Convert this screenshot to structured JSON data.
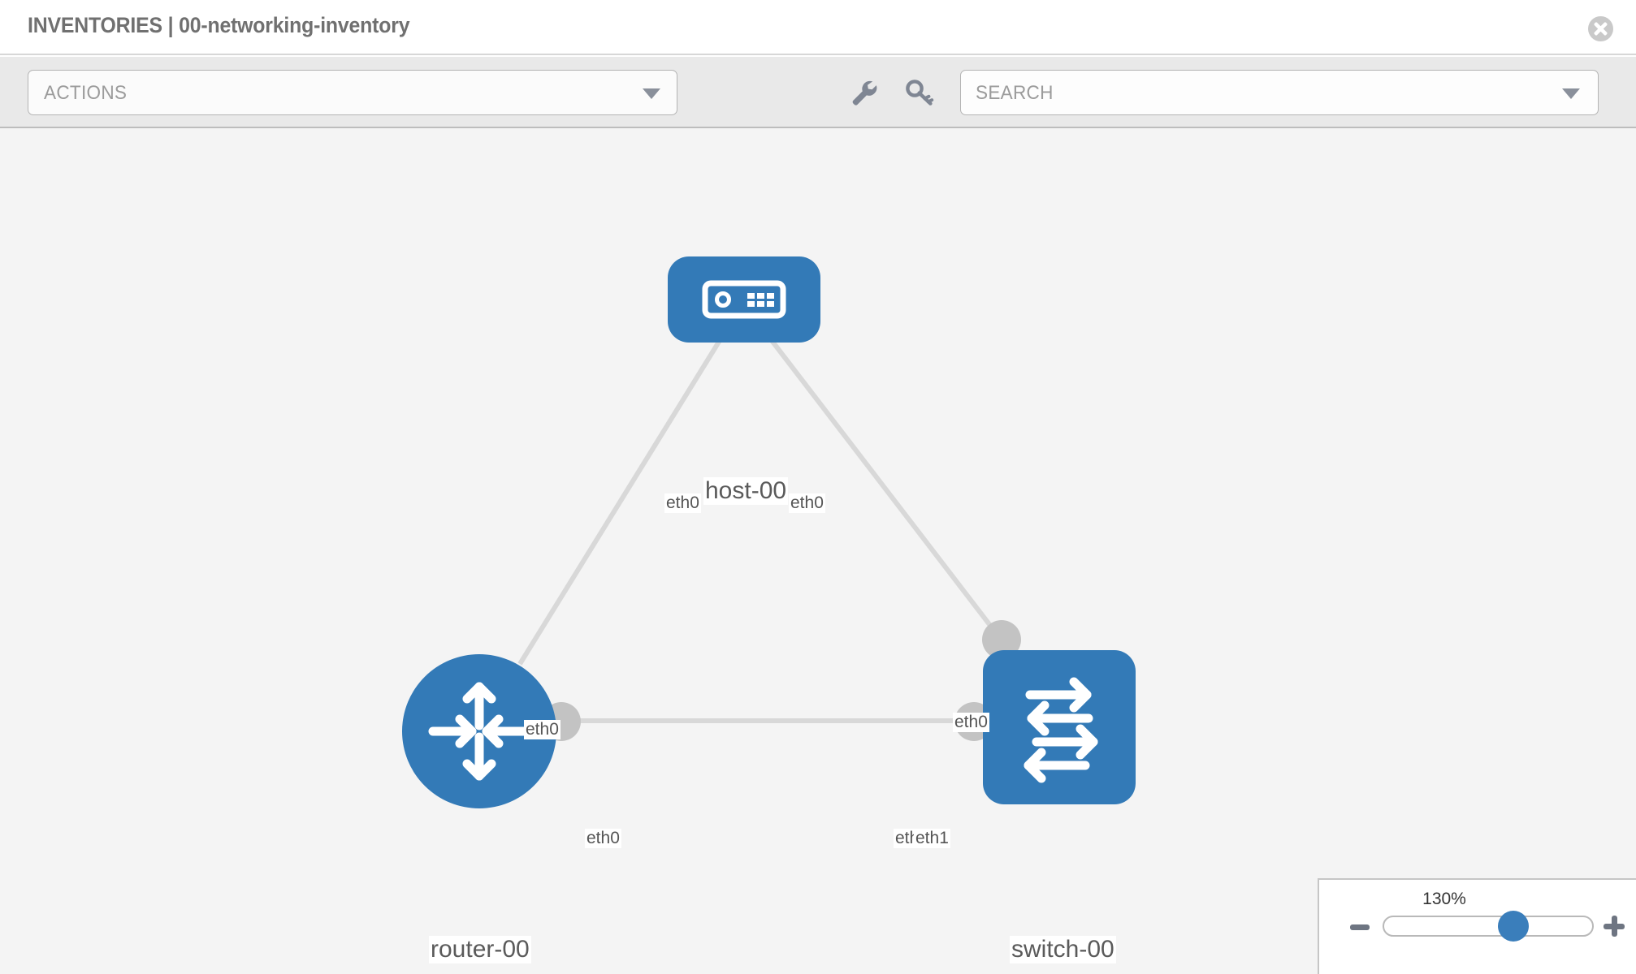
{
  "header": {
    "title": "INVENTORIES | 00-networking-inventory",
    "close_icon": "close-circle-icon"
  },
  "toolbar": {
    "actions_label": "ACTIONS",
    "actions_caret_icon": "chevron-down-icon",
    "wrench_icon": "wrench-icon",
    "key_icon": "key-icon",
    "search_placeholder": "SEARCH",
    "search_value": "",
    "search_caret_icon": "chevron-down-icon"
  },
  "topology": {
    "accent_color": "#337ab7",
    "edge_color": "#d8d8d8",
    "connector_color": "#c3c3c3",
    "nodes": [
      {
        "id": "host-00",
        "label": "host-00",
        "type": "host",
        "icon": "server-device-icon"
      },
      {
        "id": "router-00",
        "label": "router-00",
        "type": "router",
        "icon": "router-arrows-icon"
      },
      {
        "id": "switch-00",
        "label": "switch-00",
        "type": "switch",
        "icon": "switch-arrows-icon"
      }
    ],
    "interfaces": {
      "host_left": "eth0",
      "host_right": "eth0",
      "router_up": "eth0",
      "router_right": "eth0",
      "switch_up": "eth0",
      "switch_left_a": "eth",
      "switch_left_b": "eth1"
    }
  },
  "zoom_control": {
    "value_label": "130%",
    "minus_label": "minus-icon",
    "plus_label": "plus-icon",
    "slider_percent": 62
  }
}
